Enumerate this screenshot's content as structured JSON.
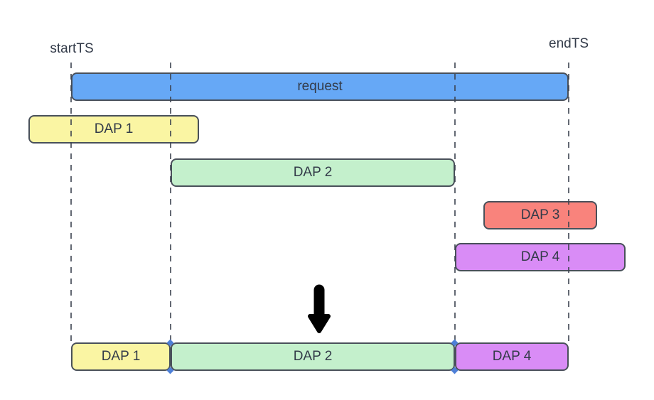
{
  "timeline": {
    "start_label": "startTS",
    "end_label": "endTS"
  },
  "request_bar": {
    "label": "request",
    "color": "#66A8F6"
  },
  "daps": [
    {
      "label": "DAP 1",
      "color": "#FAF5A3"
    },
    {
      "label": "DAP 2",
      "color": "#C4F0CC"
    },
    {
      "label": "DAP 3",
      "color": "#F9837C"
    },
    {
      "label": "DAP 4",
      "color": "#D98CF6"
    }
  ],
  "result_row": {
    "segments": [
      {
        "label": "DAP 1",
        "color": "#FAF5A3"
      },
      {
        "label": "DAP 2",
        "color": "#C4F0CC"
      },
      {
        "label": "DAP 4",
        "color": "#D98CF6"
      }
    ]
  },
  "colors": {
    "bar_border": "#49505A",
    "text": "#333B49",
    "dashed_line": "#3C4350",
    "arrow": "#000000",
    "connector_marker": "#4E80D8",
    "background": "#FFFFFF"
  }
}
